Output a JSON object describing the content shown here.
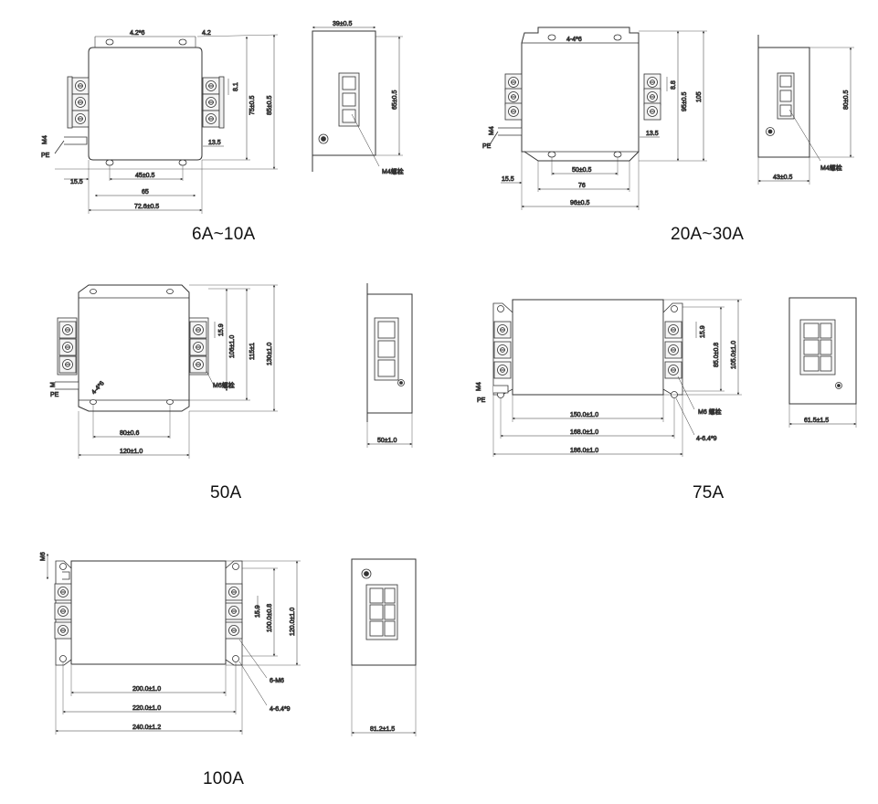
{
  "captions": {
    "a": "6A~10A",
    "b": "20A~30A",
    "c": "50A",
    "d": "75A",
    "e": "100A"
  },
  "d1": {
    "hole_top_left": "4.2*6",
    "hole_top_right": "4.2",
    "pitch": "8.1",
    "h_in": "75±0.5",
    "h_out": "85±0.5",
    "screw": "M4",
    "pe": "PE",
    "terminal_w": "13.5",
    "left_offset": "15.5",
    "hole_pitch": "45±0.5",
    "inner_w": "65",
    "outer_w": "72.6±0.5",
    "side_w": "39±0.5",
    "side_h": "65±0.5",
    "side_bolt": "M4螺栓"
  },
  "d2": {
    "holes": "4-4*6",
    "pitch": "8.8",
    "h_in": "95±0.5",
    "h_out": "105",
    "screw": "M4",
    "pe": "PE",
    "terminal_w": "13.5",
    "left_offset": "15.5",
    "hole_pitch": "50±0.5",
    "inner_w": "76",
    "outer_w": "96±0.5",
    "side_h": "80±0.5",
    "side_bolt": "M4螺栓",
    "side_w": "43±0.5"
  },
  "d3": {
    "pitch": "15.9",
    "h_in": "106±1.0",
    "h_mid": "115±1",
    "h_out": "130±1.0",
    "side_bolt": "M6螺栓",
    "screw": "M",
    "pe": "PE",
    "holes": "4-4*6",
    "hole_pitch": "80±0.6",
    "outer_w": "120±1.0",
    "side_w": "50±1.0"
  },
  "d4": {
    "pitch": "15.9",
    "h_in": "85.0±0.8",
    "h_out": "105.0±1.0",
    "screw": "M4",
    "pe": "PE",
    "side_bolt": "M6 螺栓",
    "w1": "150.0±1.0",
    "w2": "168.0±1.0",
    "w3": "186.0±1.0",
    "holes": "4-6.4*9",
    "side_w": "61.5±1.5"
  },
  "d5": {
    "screw": "M6",
    "pitch": "15.9",
    "h_in": "100.0±0.8",
    "h_out": "120.0±1.0",
    "bolt": "6-M6",
    "holes": "4-6.4*9",
    "w1": "200.0±1.0",
    "w2": "220.0±1.0",
    "w3": "240.0±1.2",
    "side_w": "81.2±1.5"
  }
}
